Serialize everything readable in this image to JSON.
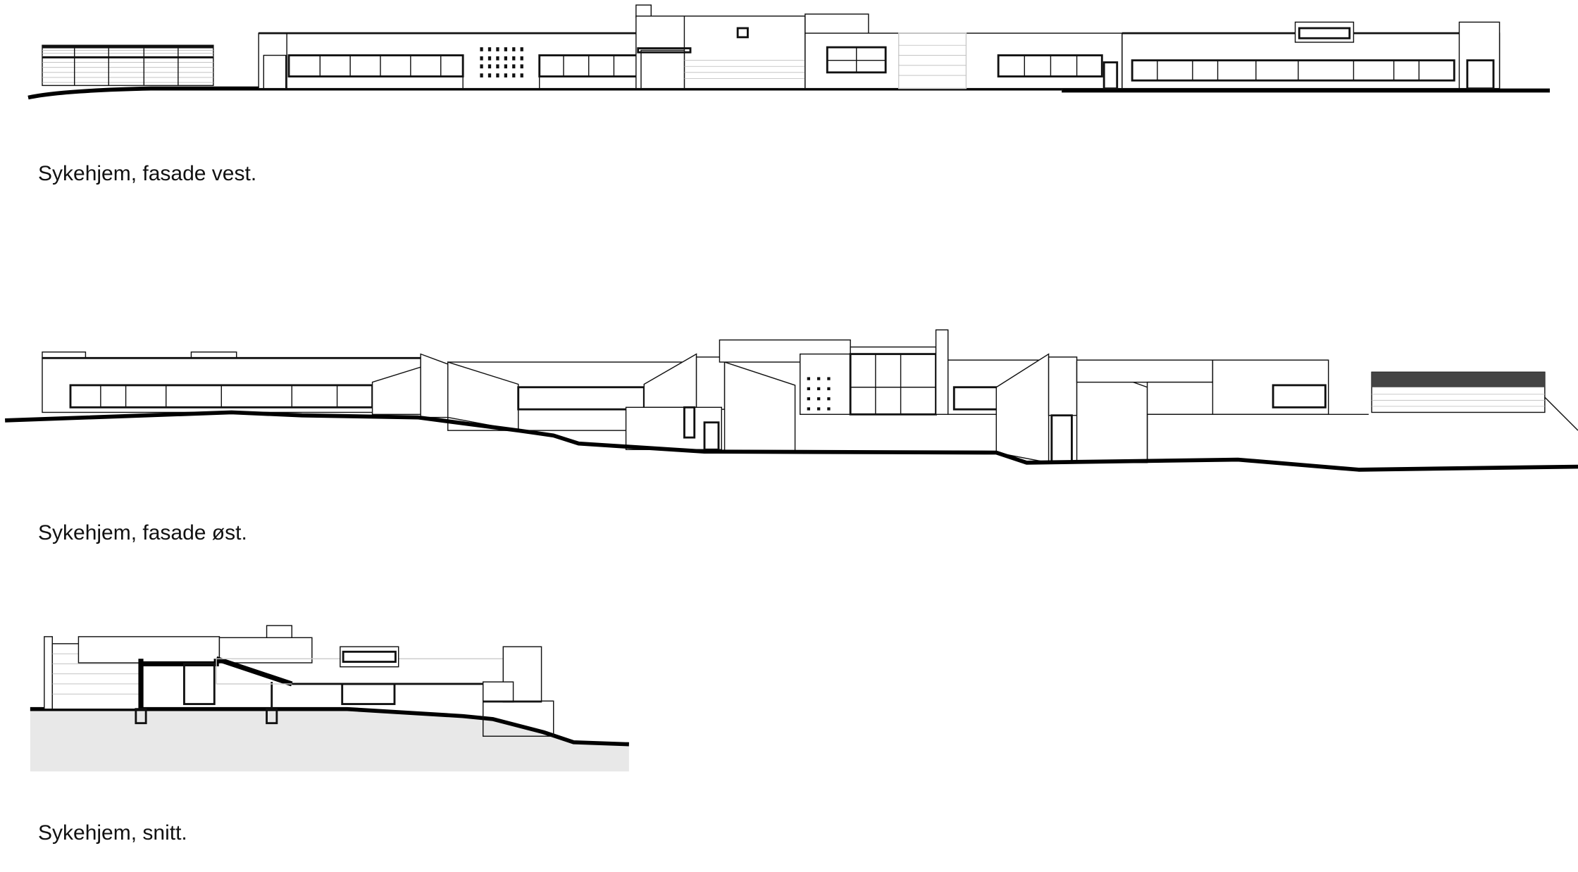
{
  "drawings": [
    {
      "caption": "Sykehjem, fasade vest."
    },
    {
      "caption": "Sykehjem, fasade øst."
    },
    {
      "caption": "Sykehjem, snitt."
    }
  ],
  "colors": {
    "line": "#111111",
    "ground_fill": "#e8e8e8",
    "background": "#ffffff"
  }
}
